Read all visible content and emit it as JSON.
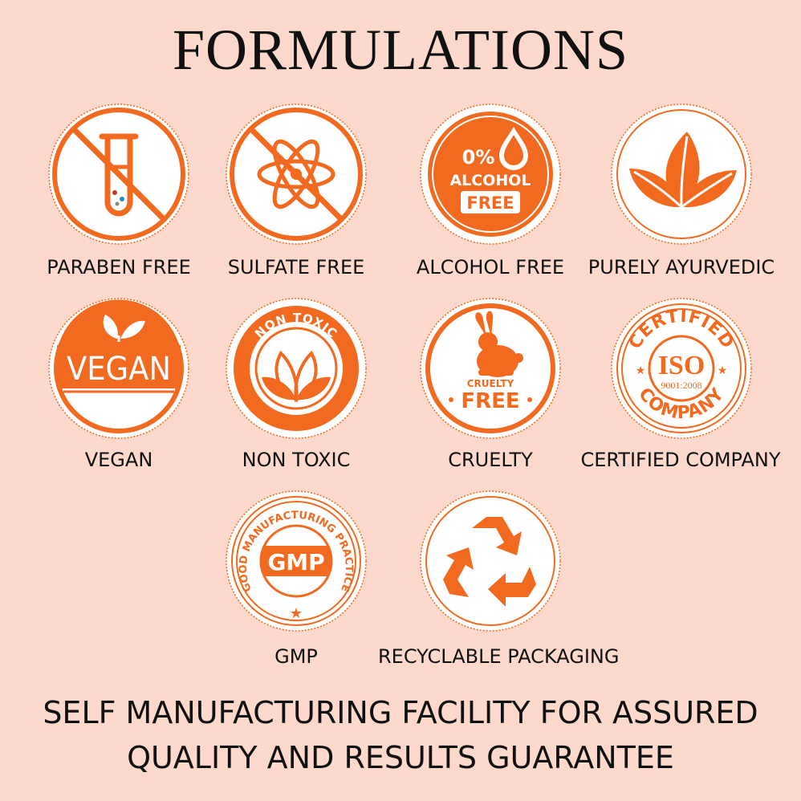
{
  "title": "FORMULATIONS",
  "colors": {
    "background": "#fcd9cc",
    "accent": "#f26a20",
    "text": "#111111"
  },
  "badges": [
    {
      "label": "PARABEN FREE",
      "icon": "test-tube-crossed-icon"
    },
    {
      "label": "SULFATE FREE",
      "icon": "atom-crossed-icon"
    },
    {
      "label": "ALCOHOL FREE",
      "icon": "alcohol-drop-icon",
      "texts": [
        "0%",
        "ALCOHOL",
        "FREE"
      ]
    },
    {
      "label": "PURELY AYURVEDIC",
      "icon": "leaves-icon"
    },
    {
      "label": "VEGAN",
      "icon": "vegan-leaf-icon",
      "texts": [
        "VEGAN"
      ]
    },
    {
      "label": "NON TOXIC",
      "icon": "non-toxic-seal-icon",
      "texts": [
        "NON TOXIC"
      ]
    },
    {
      "label": "CRUELTY",
      "icon": "rabbit-icon",
      "texts": [
        "CRUELTY",
        "FREE"
      ]
    },
    {
      "label": "CERTIFIED COMPANY",
      "icon": "iso-seal-icon",
      "texts": [
        "CERTIFIED",
        "ISO",
        "9001:2008",
        "COMPANY"
      ]
    },
    {
      "label": "GMP",
      "icon": "gmp-seal-icon",
      "texts": [
        "GOOD MANUFACTURING PRACTICE",
        "GMP"
      ]
    },
    {
      "label": "RECYCLABLE PACKAGING",
      "icon": "recycle-icon"
    }
  ],
  "footer": {
    "line1": "SELF MANUFACTURING FACILITY FOR ASSURED",
    "line2": "QUALITY AND RESULTS GUARANTEE"
  }
}
